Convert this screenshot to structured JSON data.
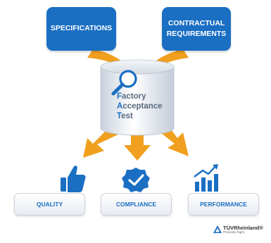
{
  "inputs": {
    "specifications": "SPECIFICATIONS",
    "contractual_line1": "CONTRACTUAL",
    "contractual_line2": "REQUIREMENTS"
  },
  "center": {
    "line1_cap": "F",
    "line1_rest": "actory",
    "line2_cap": "A",
    "line2_rest": "cceptance",
    "line3_cap": "T",
    "line3_rest": "est",
    "icon": "magnifier-icon"
  },
  "outcomes": {
    "quality": "QUALITY",
    "compliance": "COMPLIANCE",
    "performance": "PERFORMANCE"
  },
  "outcome_icons": [
    "thumbs-up-icon",
    "check-badge-icon",
    "bar-chart-icon"
  ],
  "brand": {
    "name": "TÜVRheinland®",
    "tagline": "Precisely Right."
  },
  "colors": {
    "primary_blue": "#1a6fc3",
    "arrow_orange": "#f0a01e",
    "label_gray": "#5a6b80",
    "background": "#ffffff"
  }
}
